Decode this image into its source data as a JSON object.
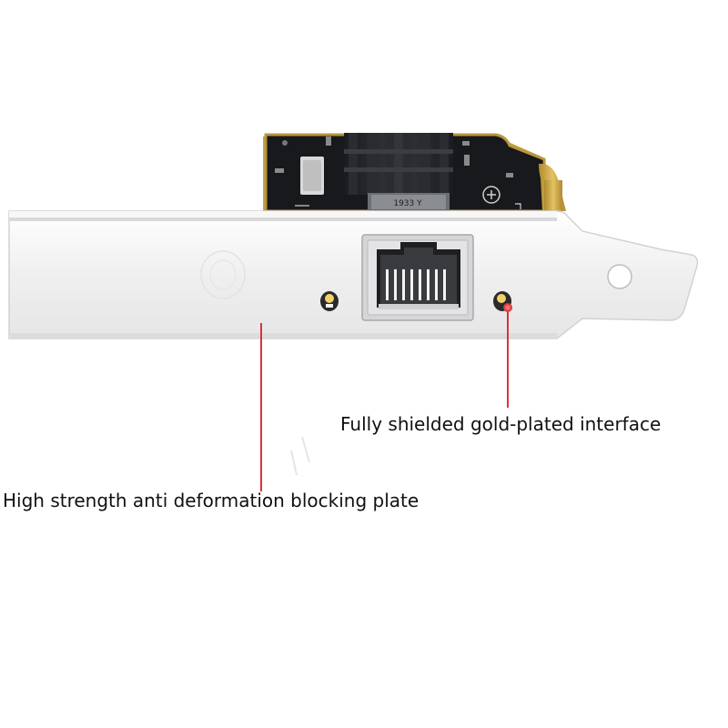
{
  "annotations": {
    "interface_label": "Fully shielded gold-plated interface",
    "plate_label": "High strength anti deformation blocking plate"
  },
  "pcb": {
    "chip_marking": "1933 Y"
  },
  "colors": {
    "bracket": "#ededee",
    "pcb": "#17191c",
    "heatsink": "#1e2023",
    "gold_fingers": "#c9a646",
    "callout_line": "#e0303a",
    "label_text": "#111111"
  },
  "icons": {
    "rj45": "rj45-port-icon",
    "led_left": "led-icon",
    "led_right": "led-icon"
  }
}
